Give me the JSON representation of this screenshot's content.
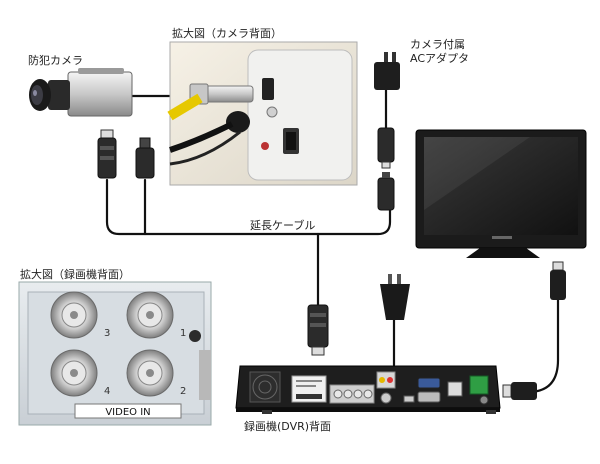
{
  "labels": {
    "camera": "防犯カメラ",
    "zoom_camera_back": "拡大図（カメラ背面）",
    "adapter_line1": "カメラ付属",
    "adapter_line2": "ACアダプタ",
    "extension_cable": "延長ケーブル",
    "zoom_dvr_back": "拡大図（録画機背面）",
    "dvr_back": "録画機(DVR)背面",
    "video_in": "VIDEO IN",
    "bnc_ports": [
      "3",
      "1",
      "4",
      "2"
    ]
  }
}
